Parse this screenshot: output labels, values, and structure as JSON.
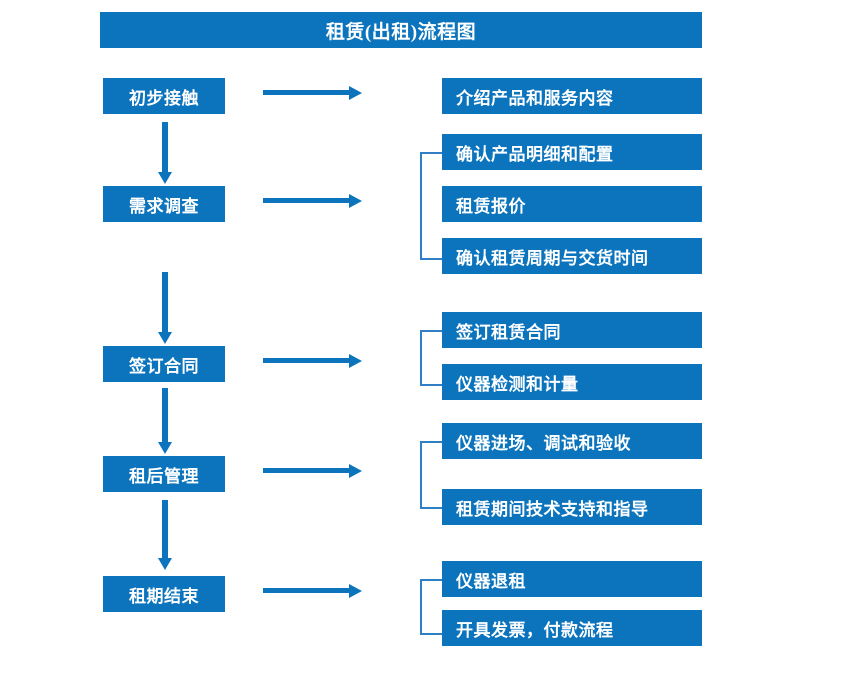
{
  "chart_title": "租赁(出租)流程图",
  "flow": {
    "stages": [
      {
        "label": "初步接触",
        "details": [
          "介绍产品和服务内容"
        ]
      },
      {
        "label": "需求调查",
        "details": [
          "确认产品明细和配置",
          "租赁报价",
          "确认租赁周期与交货时间"
        ]
      },
      {
        "label": "签订合同",
        "details": [
          "签订租赁合同",
          "仪器检测和计量"
        ]
      },
      {
        "label": "租后管理",
        "details": [
          "仪器进场、调试和验收",
          "租赁期间技术支持和指导"
        ]
      },
      {
        "label": "租期结束",
        "details": [
          "仪器退租",
          "开具发票，付款流程"
        ]
      }
    ]
  },
  "colors": {
    "brand_blue": "#0b74bd",
    "bracket_blue": "#2f7fc4",
    "box_text": "#ffffff",
    "background": "#ffffff"
  },
  "icons": {
    "flow_arrow_right": "right-arrow-icon",
    "flow_arrow_down": "down-arrow-icon",
    "group_bracket": "group-bracket-icon"
  }
}
